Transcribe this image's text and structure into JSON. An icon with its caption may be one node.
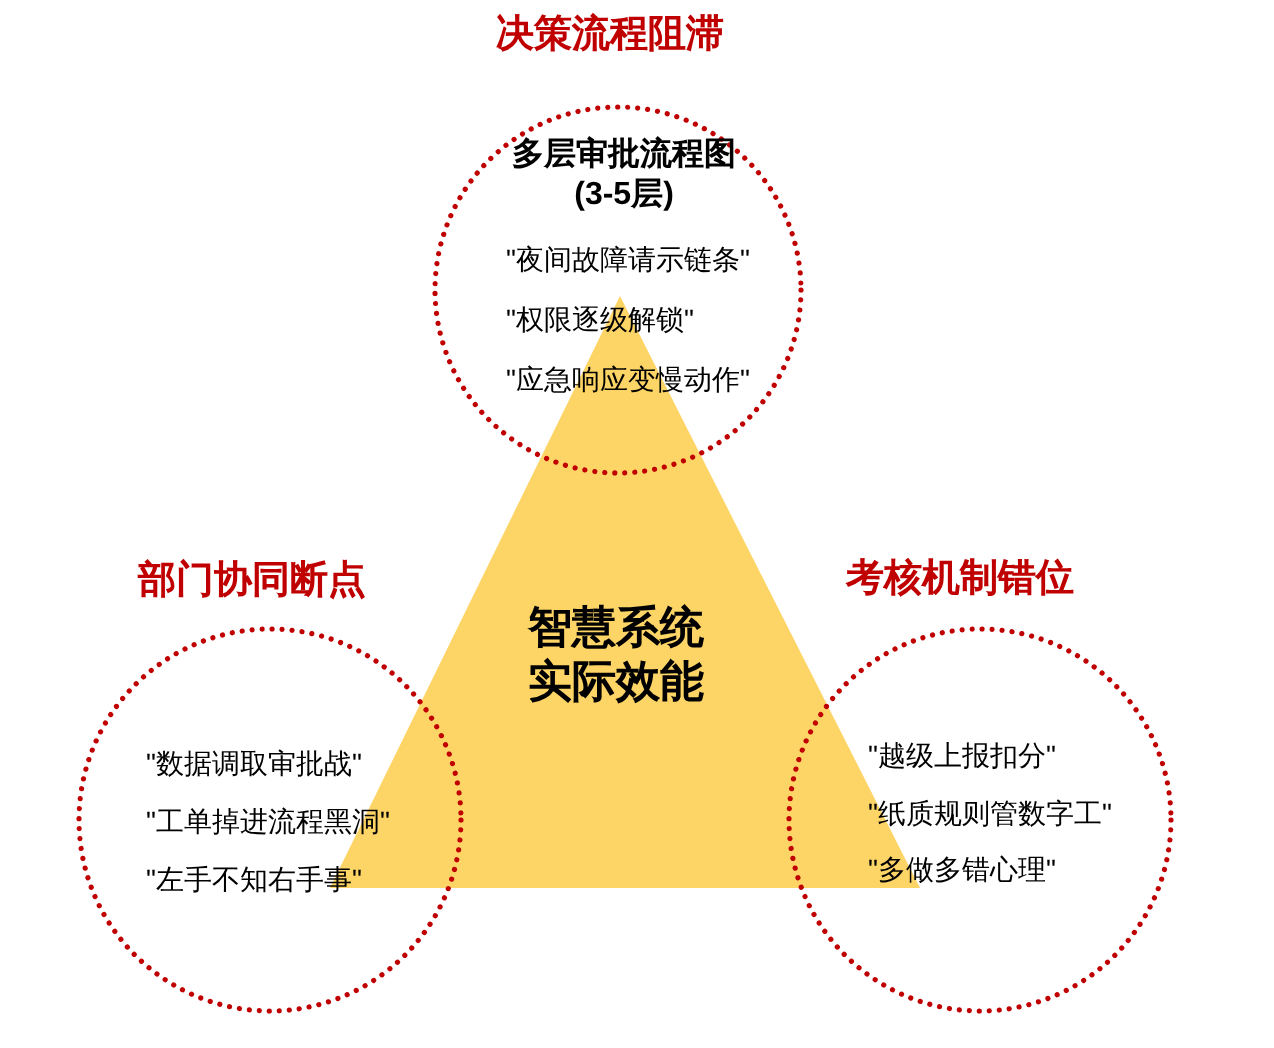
{
  "diagram": {
    "nodes": [
      {
        "text": [
          "决策流程阻滞",
          "多层审批流程图(3-5层)",
          "\"夜间故障请示链条\"",
          "\"权限逐级解锁\"",
          "\"应急响应变慢动作\""
        ]
      },
      {
        "text": [
          "部门协同断点",
          "\"数据调取审批战\"",
          "\"工单掉进流程黑洞\"",
          "\"左手不知右手事\""
        ]
      },
      {
        "text": [
          "考核机制错位",
          "\"越级上报扣分\"",
          "\"纸质规则管数字工\"",
          "\"多做多错心理\""
        ]
      },
      {
        "text": [
          "智慧系统实际效能"
        ]
      }
    ]
  }
}
